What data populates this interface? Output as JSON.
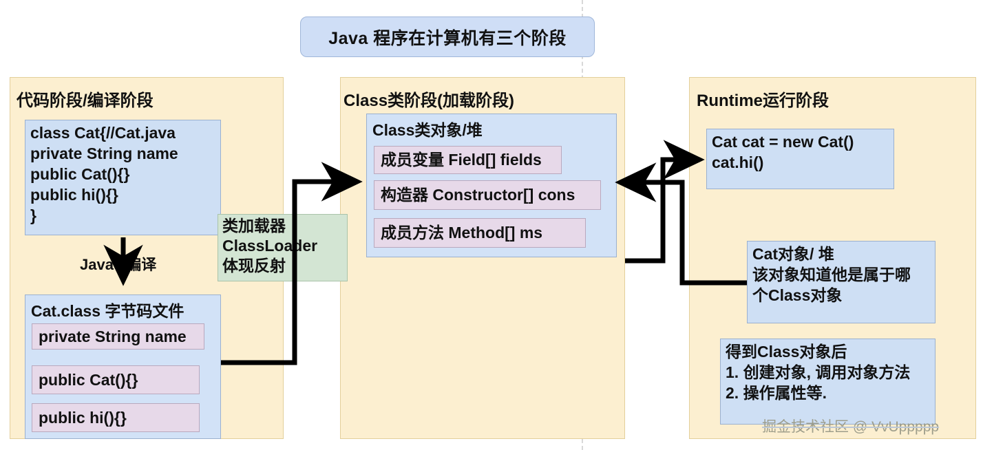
{
  "title": {
    "text": "Java 程序在计算机有三个阶段"
  },
  "stages": [
    {
      "id": "code",
      "title": "代码阶段/编译阶段",
      "source_box": {
        "name": "cat-java-source-box",
        "text": "class Cat{//Cat.java\nprivate String name\npublic Cat(){}\npublic hi(){}\n}"
      },
      "arrow_label": "Javac 编译",
      "class_file_box": {
        "name": "cat-class-file-box",
        "heading": "Cat.class 字节码文件",
        "members": [
          "private String name",
          "public Cat(){}",
          "public hi(){}"
        ]
      }
    },
    {
      "id": "class",
      "title": "Class类阶段(加载阶段)",
      "class_object_box": {
        "name": "class-object-box",
        "heading": "Class类对象/堆",
        "members": [
          "成员变量 Field[] fields",
          "构造器 Constructor[] cons",
          "成员方法 Method[] ms"
        ]
      }
    },
    {
      "id": "runtime",
      "title": "Runtime运行阶段",
      "code_box": {
        "name": "runtime-code-box",
        "text": "Cat cat = new Cat()\ncat.hi()"
      },
      "cat_object_box": {
        "name": "cat-object-note-box",
        "text": "Cat对象/ 堆\n该对象知道他是属于哪\n个Class对象"
      },
      "usage_box": {
        "name": "class-object-usage-box",
        "text": "得到Class对象后\n1. 创建对象, 调用对象方法\n2. 操作属性等."
      }
    }
  ],
  "classloader_note": {
    "name": "classloader-note",
    "text": "类加载器\nClassLoader\n体现反射"
  },
  "watermark": {
    "text": "掘金技术社区 @ VvUppppp"
  },
  "colors": {
    "panel_bg": "#fcefd0",
    "panel_border": "#e3cf9a",
    "blue_box": "#cedff4",
    "blue_border": "#9ab0cf",
    "mauve_box": "#e7d9e9",
    "mauve_border": "#b9a8bd",
    "green_box": "#d3e5d3",
    "green_border": "#a9c3a9",
    "title_pill": "#cfdef6",
    "wire": "#000000"
  }
}
